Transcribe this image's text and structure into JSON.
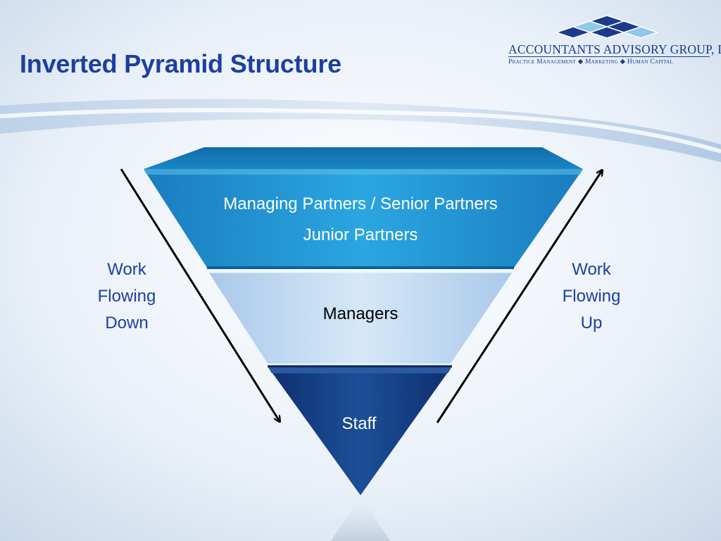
{
  "title": "Inverted Pyramid Structure",
  "logo": {
    "name": "ACCOUNTANTS ADVISORY GROUP, LLC",
    "tagline": "Practice Management ◆ Marketing ◆ Human Capital"
  },
  "tiers": [
    {
      "lines": [
        "Managing Partners / Senior Partners",
        "Junior Partners"
      ]
    },
    {
      "lines": [
        "Managers"
      ]
    },
    {
      "lines": [
        "Staff"
      ]
    }
  ],
  "left_label": {
    "lines": [
      "Work",
      "Flowing",
      "Down"
    ]
  },
  "right_label": {
    "lines": [
      "Work",
      "Flowing",
      "Up"
    ]
  },
  "colors": {
    "title": "#1c3fa0",
    "tier_top": "#1d8fd0",
    "tier_middle": "#c5dcf2",
    "tier_bottom": "#163f86",
    "arrows": "#000000"
  }
}
